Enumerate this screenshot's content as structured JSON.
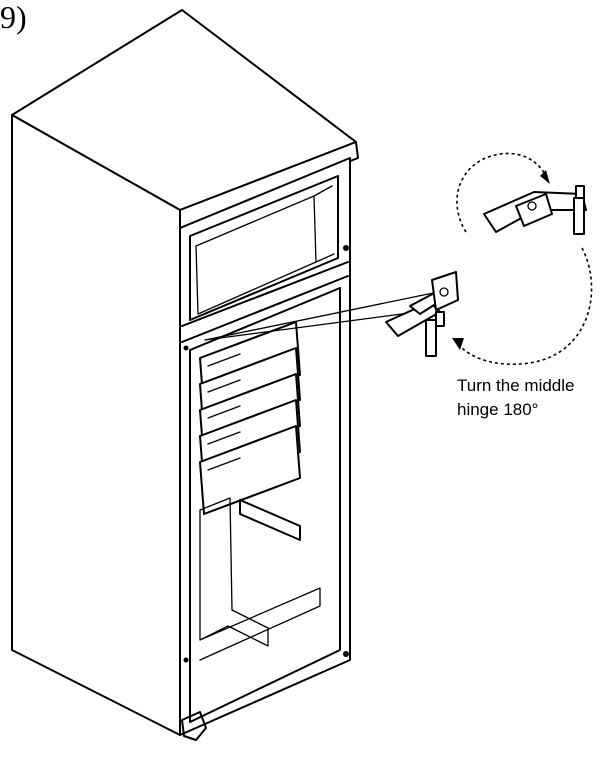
{
  "step": {
    "label": "9)"
  },
  "caption": {
    "line1": "Turn the middle",
    "line2": "hinge 180°"
  },
  "colors": {
    "line": "#000000",
    "background": "#ffffff"
  },
  "icons": [
    "fridge-illustration",
    "hinge-icon",
    "rotation-arrow-icon"
  ]
}
